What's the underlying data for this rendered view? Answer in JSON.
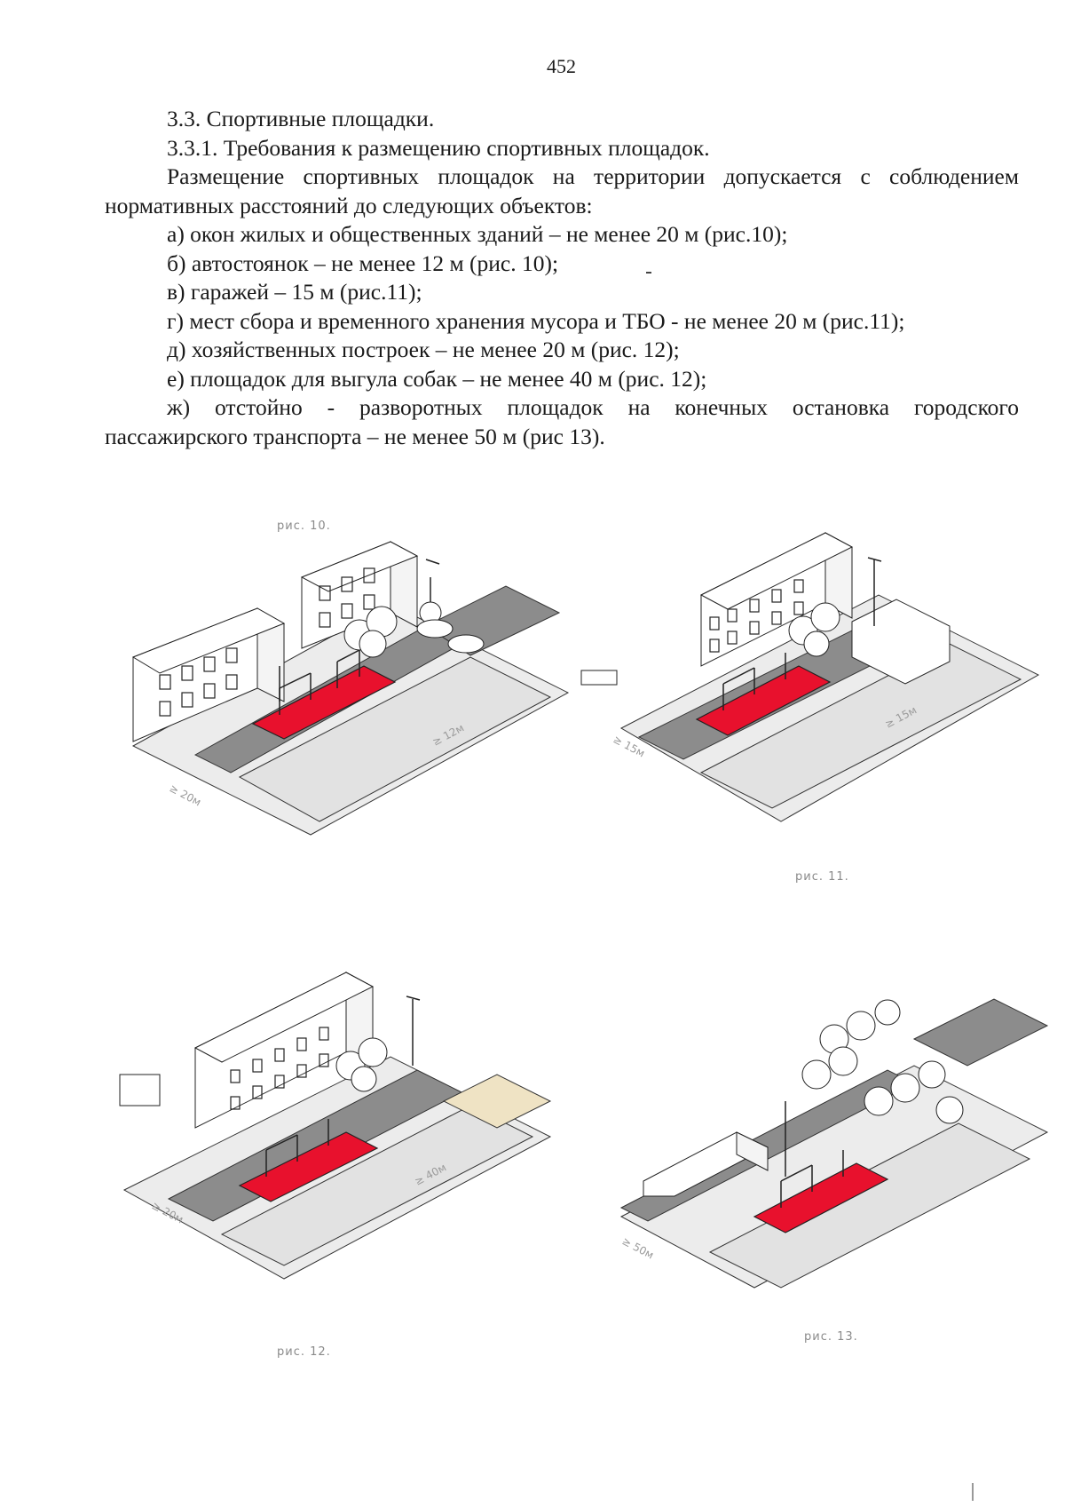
{
  "page_number": "452",
  "section_title": "3.3. Спортивные площадки.",
  "subsection_title": "3.3.1. Требования к размещению спортивных площадок.",
  "intro": "Размещение спортивных площадок на территории допускается с соблюдением нормативных расстояний до следующих объектов:",
  "requirements": [
    "а) окон жилых и общественных зданий – не менее 20 м (рис.10);",
    "б) автостоянок – не менее 12 м (рис. 10);",
    "в) гаражей – 15 м (рис.11);",
    "г) мест сбора и временного хранения мусора  и ТБО - не менее 20 м (рис.11);",
    "д) хозяйственных построек – не менее 20 м (рис. 12);",
    "е) площадок для выгула собак – не менее 40 м (рис.  12);"
  ],
  "last_req_line1": "ж) отстойно - разворотных площадок на конечных остановка городского",
  "last_req_line2": "пассажирского транспорта  – не менее 50 м (рис 13).",
  "figures": {
    "fig10": {
      "caption": "рис. 10.",
      "dist_left": "≥ 20м",
      "dist_right": "≥ 12м"
    },
    "fig11": {
      "caption": "рис. 11.",
      "dist_left": "≥ 15м",
      "dist_right": "≥ 15м"
    },
    "fig12": {
      "caption": "рис. 12.",
      "dist_left": "≥ 20м",
      "dist_right": "≥ 40м"
    },
    "fig13": {
      "caption": "рис. 13.",
      "dist_left": "≥ 50м"
    }
  },
  "colors": {
    "playground": "#e8112d",
    "road": "#8c8c8c",
    "sidewalk": "#e6e6e6",
    "outline": "#222222",
    "dog_area": "#efe3c4"
  }
}
